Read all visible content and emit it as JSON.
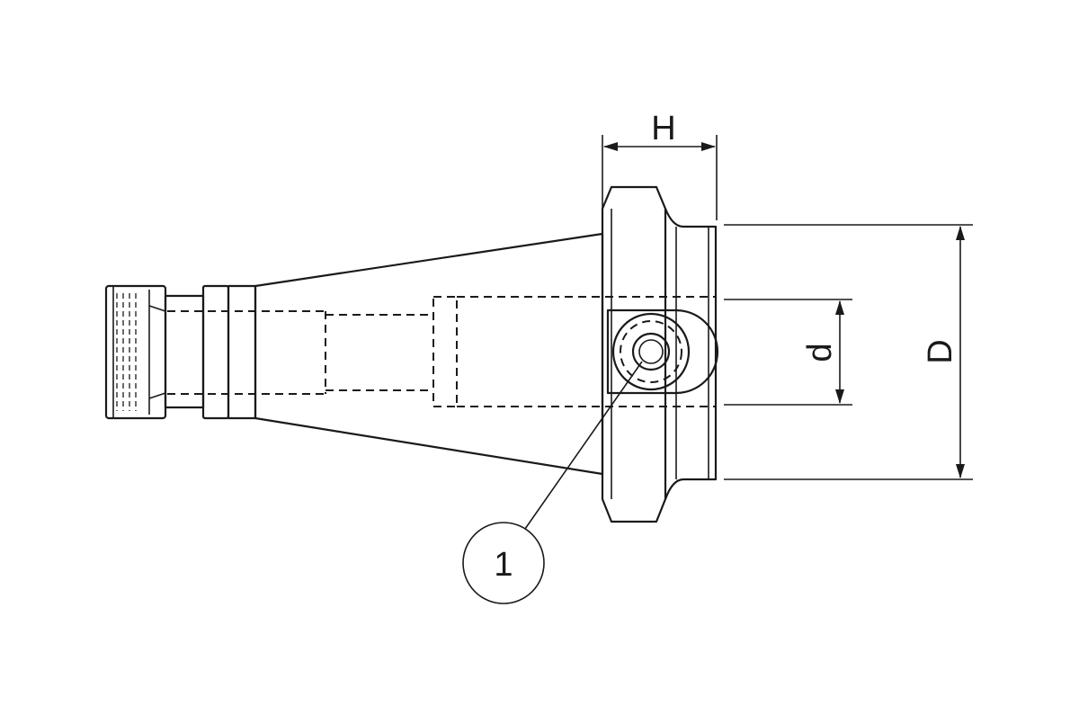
{
  "dimensions": {
    "H": "H",
    "D": "D",
    "d": "d"
  },
  "callouts": [
    {
      "number": "1"
    }
  ],
  "colors": {
    "line": "#1a1a1a",
    "background": "#ffffff"
  }
}
